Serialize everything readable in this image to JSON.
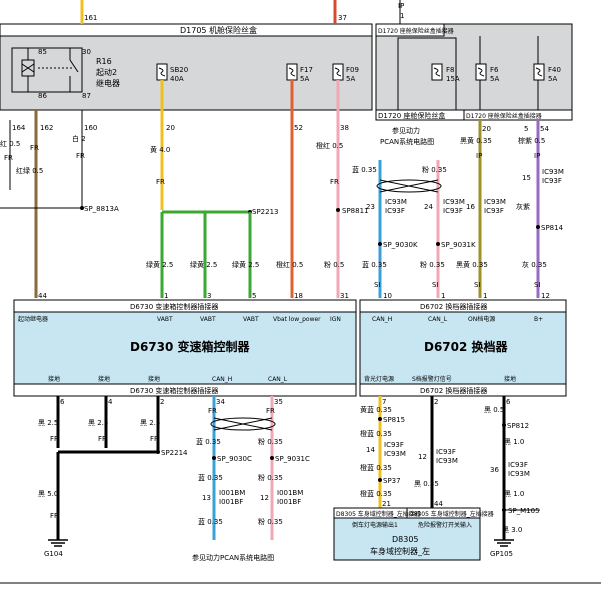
{
  "colors": {
    "red": "#d94a2a",
    "yellow": "#f0c020",
    "green": "#3aa832",
    "orange_red": "#e06030",
    "pink": "#f0a8b4",
    "blue": "#3aa0d8",
    "black": "#000000",
    "olive": "#a09028",
    "purple": "#9a6ac0",
    "grey": "#909090",
    "module_bg": "#c8e6f2",
    "fusebox_bg": "#d6d7d9"
  },
  "fusebox_engine": {
    "header": "D1705 机舱保险丝盒",
    "relay": {
      "pin85": "85",
      "pin86": "86",
      "pin30": "30",
      "pin87": "87",
      "name": "R16",
      "desc1": "起动2",
      "desc2": "继电器"
    },
    "fuses": [
      {
        "id": "SB20",
        "rating": "40A"
      },
      {
        "id": "F17",
        "rating": "5A"
      },
      {
        "id": "F09",
        "rating": "5A"
      }
    ],
    "top_pins": {
      "p161": "161",
      "p37": "37"
    }
  },
  "fusebox_cabin": {
    "header": "D1720 座舱保险丝盒插接器",
    "footer_left": "D1720 座舱保险丝盒",
    "footer_right": "D1720 座舱保险丝盒插接器",
    "top_labels": {
      "ip": "IP",
      "n1": "1"
    },
    "fuses": [
      {
        "id": "F8",
        "rating": "15A"
      },
      {
        "id": "F6",
        "rating": "5A"
      },
      {
        "id": "F40",
        "rating": "5A"
      }
    ],
    "pins": {
      "p20": "20",
      "p5": "5",
      "p54": "54"
    }
  },
  "upper_wires": {
    "pin164": "164",
    "pin162": "162",
    "pin160": "160",
    "w164_color": "红 0.5",
    "w164_fr": "FR",
    "w162_fr": "FR",
    "w162_color": "红绿 0.5",
    "w160_color": "白 2",
    "w160_fr": "FR",
    "sp8813a": "SP_8813A",
    "pin20": "20",
    "w20_color": "黄 4.0",
    "w20_fr": "FR",
    "sp2213": "SP2213",
    "pin52": "52",
    "pin38": "38",
    "w38_color": "橙红 0.5",
    "w38_fr": "FR",
    "sp8811": "SP8811",
    "ref_text1": "参见动力",
    "ref_text2": "PCAN系统电路图",
    "can_l_color1": "蓝 0.35",
    "can_r_color1": "粉 0.35",
    "pin23": "23",
    "pin24": "24",
    "ic93m": "IC93M",
    "ic93f": "IC93F",
    "sp9030k": "SP_9030K",
    "sp9031k": "SP_9031K",
    "can_l_color2": "蓝 0.35",
    "can_r_color2": "粉 0.35",
    "si": "SI",
    "w_blackyellow": "黑黄 0.35",
    "w_brownpurple": "棕紫 0.5",
    "pin16": "16",
    "pin15": "15",
    "w_greypurple": "灰紫",
    "sp814": "SP814",
    "w_blackyellow2": "黑黄 0.35",
    "w_grey2": "灰 0.35"
  },
  "bottom_labels_tcu_in": {
    "w1": "绿黄 2.5",
    "w2": "绿黄 2.5",
    "w3": "绿黄 2.5",
    "w4": "橙红 0.5",
    "w5": "粉 0.5"
  },
  "tcu_pins_top": [
    "44",
    "1",
    "3",
    "5",
    "18",
    "31"
  ],
  "shifter_pins_top": [
    "10",
    "1",
    "1",
    "12"
  ],
  "tcu": {
    "header": "D6730 变速箱控制器插接器",
    "footer": "D6730 变速箱控制器插接器",
    "title": "D6730 变速箱控制器",
    "top_labels": [
      "起动继电器",
      "VABT",
      "VABT",
      "VABT",
      "Vbat low_power",
      "IGN"
    ],
    "bottom_labels": [
      "接地",
      "接地",
      "接地",
      "CAN_H",
      "CAN_L"
    ]
  },
  "shifter": {
    "header": "D6702 换档器插接器",
    "footer": "D6702 换档器插接器",
    "title": "D6702 换档器",
    "top_labels": [
      "CAN_H",
      "CAN_L",
      "ON档电源",
      "B+"
    ],
    "bottom_labels": [
      "背光灯电源",
      "S档报警灯信号",
      "接地"
    ]
  },
  "lower_wires": {
    "pins_tcu": [
      "6",
      "4",
      "2",
      "34",
      "35"
    ],
    "w_black25": "黑 2.5",
    "fr": "FR",
    "sp2214": "SP2214",
    "w_black5": "黑 5.0",
    "g104": "G104",
    "can_l": "蓝 0.35",
    "can_r": "粉 0.35",
    "sp9030c": "SP_9030C",
    "sp9031c": "SP_9031C",
    "pin13": "13",
    "pin12": "12",
    "i001bm": "I001BM",
    "i001bf": "I001BF",
    "ref1": "参见动力PCAN系统电路图",
    "pins_shifter": [
      "7",
      "2",
      "6"
    ],
    "w_blackyellow": "黄蓝 0.35",
    "sp815": "SP815",
    "w_orange": "橙蓝 0.35",
    "pin14": "14",
    "pin12b": "12",
    "ic93f": "IC93F",
    "ic93m": "IC93M",
    "w_black035": "黑 0.35",
    "sp37": "SP37",
    "w_orange2": "橙蓝 0.35",
    "pin21": "21",
    "pin44": "44",
    "w_black05": "黑 0.5",
    "sp812": "SP812",
    "w_black10": "黑 1.0",
    "pin36": "36",
    "sp_m105": "SP_M105",
    "w_black30": "黑 3.0",
    "gp105": "GP105",
    "w_black10b": "黑 1.0"
  },
  "bcm": {
    "header_left": "D8305 车身域控制器_左插接器",
    "header_right": "D8305 车身域控制器_左插接器",
    "label_left": "倒车灯电源输出1",
    "label_right": "危险报警灯开关输入",
    "title1": "D8305",
    "title2": "车身域控制器_左"
  }
}
